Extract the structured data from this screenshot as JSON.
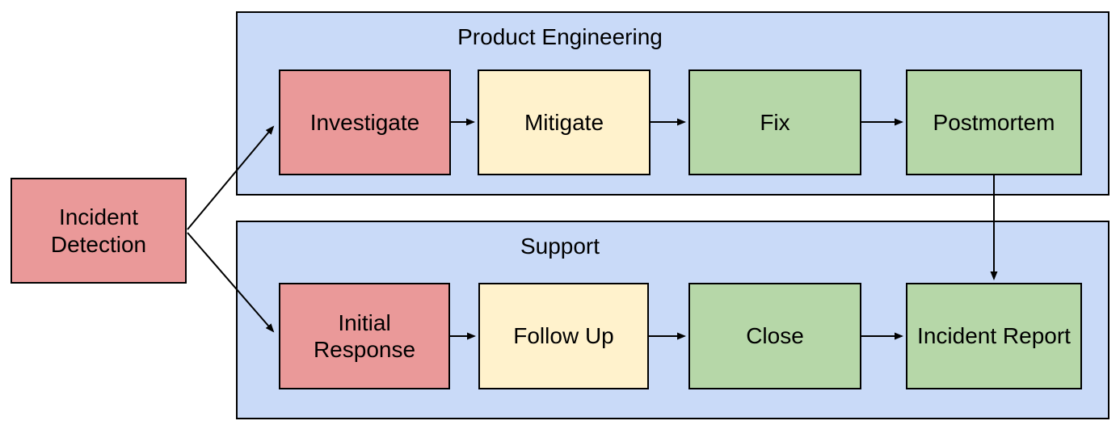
{
  "diagram": {
    "lanes": {
      "product_engineering": {
        "title": "Product Engineering",
        "fill": "#c9daf8"
      },
      "support": {
        "title": "Support",
        "fill": "#c9daf8"
      }
    },
    "nodes": {
      "incident_detection": {
        "label": "Incident Detection",
        "fill": "#ea9999",
        "lane": null
      },
      "investigate": {
        "label": "Investigate",
        "fill": "#ea9999",
        "lane": "Product Engineering"
      },
      "mitigate": {
        "label": "Mitigate",
        "fill": "#fff2cc",
        "lane": "Product Engineering"
      },
      "fix": {
        "label": "Fix",
        "fill": "#b6d7a8",
        "lane": "Product Engineering"
      },
      "postmortem": {
        "label": "Postmortem",
        "fill": "#b6d7a8",
        "lane": "Product Engineering"
      },
      "initial_response": {
        "label": "Initial Response",
        "fill": "#ea9999",
        "lane": "Support"
      },
      "follow_up": {
        "label": "Follow Up",
        "fill": "#fff2cc",
        "lane": "Support"
      },
      "close": {
        "label": "Close",
        "fill": "#b6d7a8",
        "lane": "Support"
      },
      "incident_report": {
        "label": "Incident Report",
        "fill": "#b6d7a8",
        "lane": "Support"
      }
    },
    "edges": [
      {
        "from": "Incident Detection",
        "to": "Investigate"
      },
      {
        "from": "Incident Detection",
        "to": "Initial Response"
      },
      {
        "from": "Investigate",
        "to": "Mitigate"
      },
      {
        "from": "Mitigate",
        "to": "Fix"
      },
      {
        "from": "Fix",
        "to": "Postmortem"
      },
      {
        "from": "Postmortem",
        "to": "Incident Report"
      },
      {
        "from": "Initial Response",
        "to": "Follow Up"
      },
      {
        "from": "Follow Up",
        "to": "Close"
      },
      {
        "from": "Close",
        "to": "Incident Report"
      }
    ],
    "colors": {
      "node_red": "#ea9999",
      "node_yellow": "#fff2cc",
      "node_green": "#b6d7a8",
      "lane_blue": "#c9daf8",
      "border": "#000000",
      "arrow": "#000000",
      "background": "#ffffff"
    }
  }
}
